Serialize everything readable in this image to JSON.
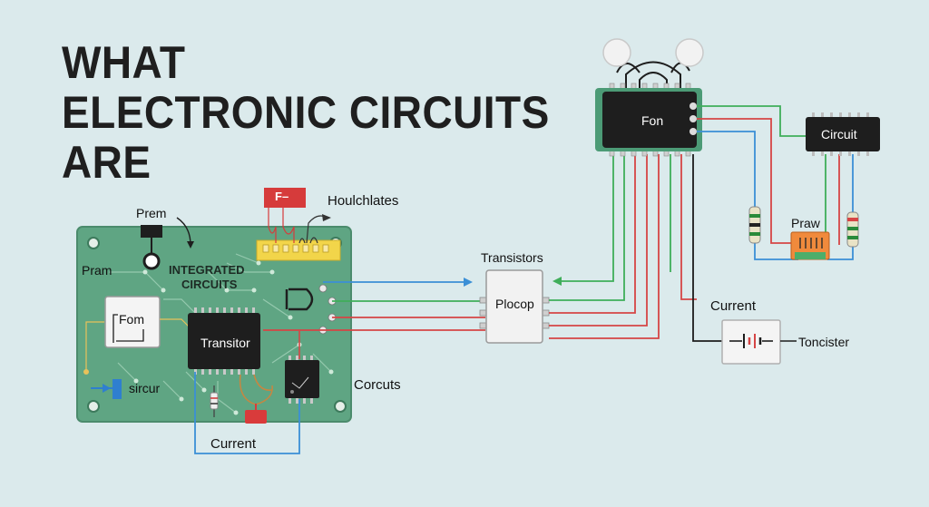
{
  "title": {
    "line1": "WHAT",
    "line2": "ELECTRONIC CIRCUITS",
    "line3": "ARE"
  },
  "board": {
    "prem_label": "Prem",
    "pram_label": "Pram",
    "integrated_label_1": "INTEGRATED",
    "integrated_label_2": "CIRCUITS",
    "fom_label": "Fom",
    "transistor_label": "Transitor",
    "sircur_label": "sircur",
    "corcuts_label": "Corcuts",
    "current_label": "Current",
    "header_tag": "F–",
    "header_label": "Houlchlates"
  },
  "middle": {
    "transistors_label": "Transistors",
    "plocop_label": "Plocop"
  },
  "right": {
    "fon_label": "Fon",
    "circuit_label": "Circuit",
    "praw_label": "Praw",
    "current_label": "Current",
    "toncister_label": "Toncister"
  },
  "colors": {
    "background": "#dbeaec",
    "pcb": "#5fa583",
    "wire_blue": "#3b8fd6",
    "wire_green": "#3fae5a",
    "wire_red": "#d64545",
    "wire_black": "#1c1c1c",
    "chip": "#1e1e1e"
  }
}
